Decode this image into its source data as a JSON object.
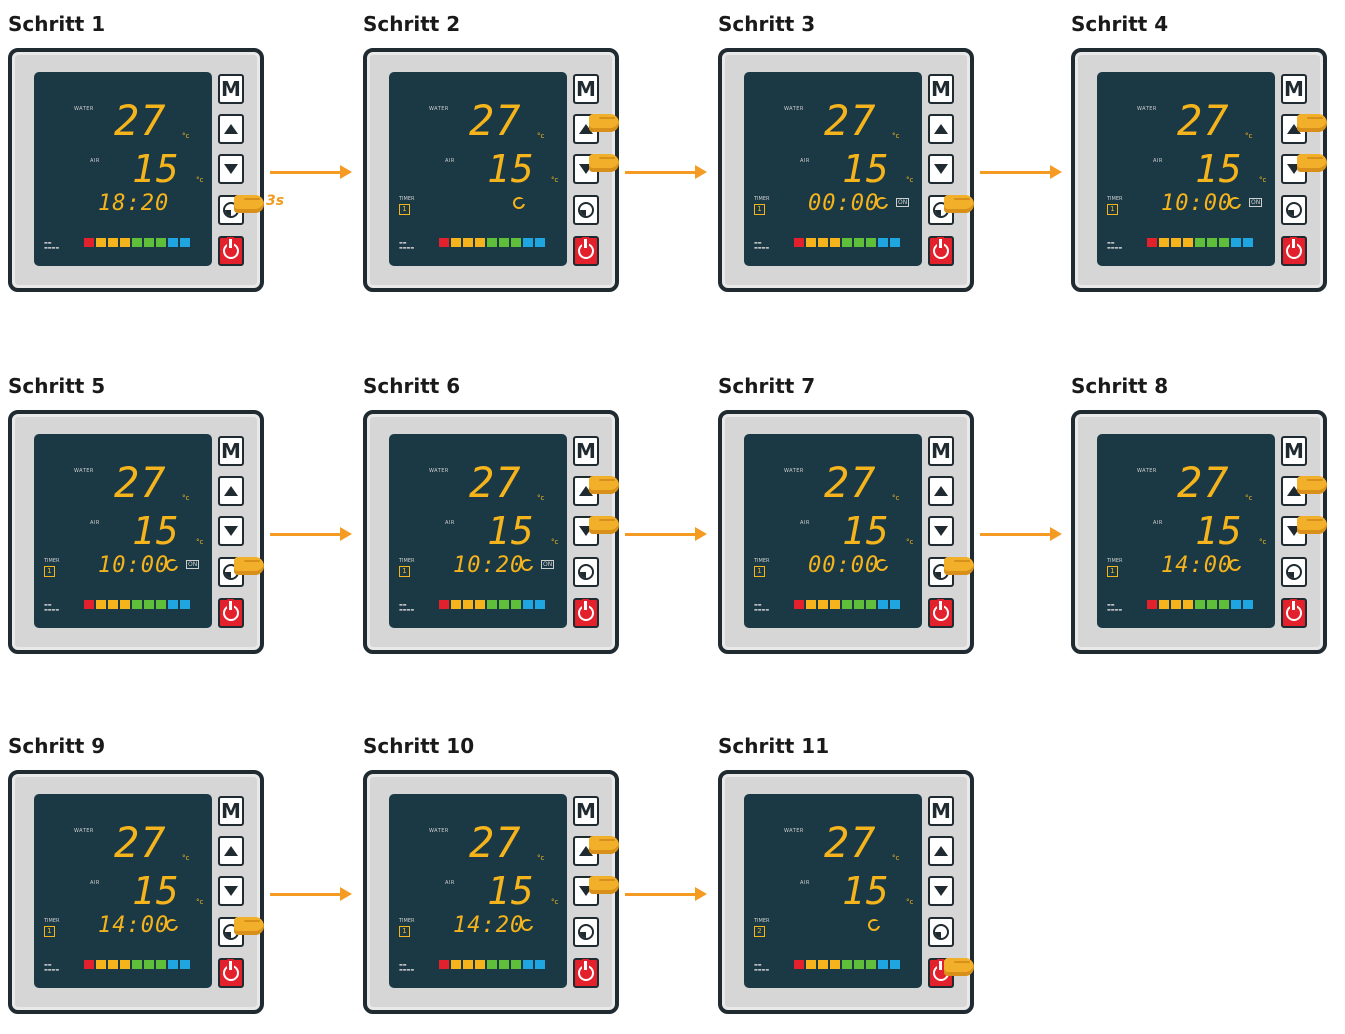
{
  "steps": [
    {
      "title": "Schritt 1",
      "water": "27",
      "air": "15",
      "time": "18:20",
      "show_timer": false,
      "clock": false,
      "on": false,
      "finger": [
        "clock"
      ],
      "hold": "3s",
      "arrow": true
    },
    {
      "title": "Schritt 2",
      "water": "27",
      "air": "15",
      "time": "",
      "show_timer": true,
      "timer_num": "1",
      "clock": true,
      "on": false,
      "finger": [
        "up",
        "down"
      ],
      "arrow": true
    },
    {
      "title": "Schritt 3",
      "water": "27",
      "air": "15",
      "time": "00:00",
      "show_timer": true,
      "timer_num": "1",
      "clock": true,
      "on": true,
      "finger": [
        "clock"
      ],
      "arrow": true
    },
    {
      "title": "Schritt 4",
      "water": "27",
      "air": "15",
      "time": "10:00",
      "show_timer": true,
      "timer_num": "1",
      "clock": true,
      "on": true,
      "finger": [
        "up",
        "down"
      ],
      "arrow": false
    },
    {
      "title": "Schritt 5",
      "water": "27",
      "air": "15",
      "time": "10:00",
      "show_timer": true,
      "timer_num": "1",
      "clock": true,
      "on": true,
      "finger": [
        "clock"
      ],
      "arrow": true
    },
    {
      "title": "Schritt 6",
      "water": "27",
      "air": "15",
      "time": "10:20",
      "show_timer": true,
      "timer_num": "1",
      "clock": true,
      "on": true,
      "finger": [
        "up",
        "down"
      ],
      "arrow": true
    },
    {
      "title": "Schritt 7",
      "water": "27",
      "air": "15",
      "time": "00:00",
      "show_timer": true,
      "timer_num": "1",
      "clock": true,
      "on": false,
      "finger": [
        "clock"
      ],
      "arrow": true
    },
    {
      "title": "Schritt 8",
      "water": "27",
      "air": "15",
      "time": "14:00",
      "show_timer": true,
      "timer_num": "1",
      "clock": true,
      "on": false,
      "finger": [
        "up",
        "down"
      ],
      "arrow": false
    },
    {
      "title": "Schritt 9",
      "water": "27",
      "air": "15",
      "time": "14:00",
      "show_timer": true,
      "timer_num": "1",
      "clock": true,
      "on": false,
      "finger": [
        "clock"
      ],
      "arrow": true
    },
    {
      "title": "Schritt 10",
      "water": "27",
      "air": "15",
      "time": "14:20",
      "show_timer": true,
      "timer_num": "1",
      "clock": true,
      "on": false,
      "finger": [
        "up",
        "down"
      ],
      "arrow": true
    },
    {
      "title": "Schritt 11",
      "water": "27",
      "air": "15",
      "time": "",
      "show_timer": true,
      "timer_num": "2",
      "clock": true,
      "on": false,
      "finger": [
        "power"
      ],
      "arrow": false
    }
  ],
  "labels": {
    "water": "WATER",
    "air": "AIR",
    "timer": "TIMER",
    "on": "ON",
    "m": "M"
  },
  "bar_colors": [
    "#e3212c",
    "#f5b41c",
    "#f5b41c",
    "#f5b41c",
    "#5fbf3a",
    "#5fbf3a",
    "#5fbf3a",
    "#1fa6e0",
    "#1fa6e0"
  ],
  "colors": {
    "lcd": "#1b3945",
    "digit": "#f5b41c",
    "arrow": "#f59a23",
    "power": "#e3212c"
  }
}
